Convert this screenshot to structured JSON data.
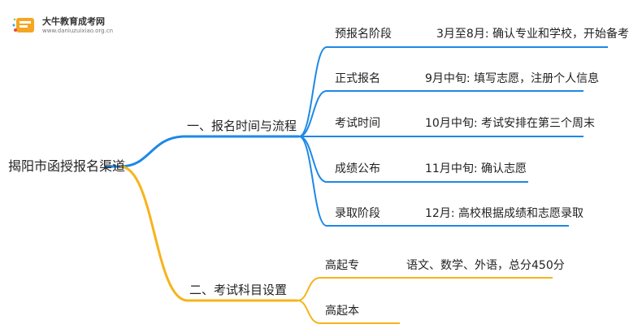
{
  "logo": {
    "site_name": "大牛教育成考网",
    "url": "www.daniuzuixiao.org.cn",
    "accent": "#f5a623"
  },
  "root": "揭阳市函授报名渠道",
  "colors": {
    "blue_branch": "#1e88e5",
    "orange_branch": "#f6b41a"
  },
  "branches": [
    {
      "label": "一、报名时间与流程",
      "color": "blue",
      "children": [
        {
          "label": "预报名阶段",
          "detail": "3月至8月: 确认专业和学校，开始备考"
        },
        {
          "label": "正式报名",
          "detail": "9月中旬: 填写志愿，注册个人信息"
        },
        {
          "label": "考试时间",
          "detail": "10月中旬: 考试安排在第三个周末"
        },
        {
          "label": "成绩公布",
          "detail": "11月中旬: 确认志愿"
        },
        {
          "label": "录取阶段",
          "detail": "12月: 高校根据成绩和志愿录取"
        }
      ]
    },
    {
      "label": "二、考试科目设置",
      "color": "orange",
      "children": [
        {
          "label": "高起专",
          "detail": "语文、数学、外语，总分450分"
        },
        {
          "label": "高起本",
          "detail": ""
        }
      ]
    }
  ]
}
